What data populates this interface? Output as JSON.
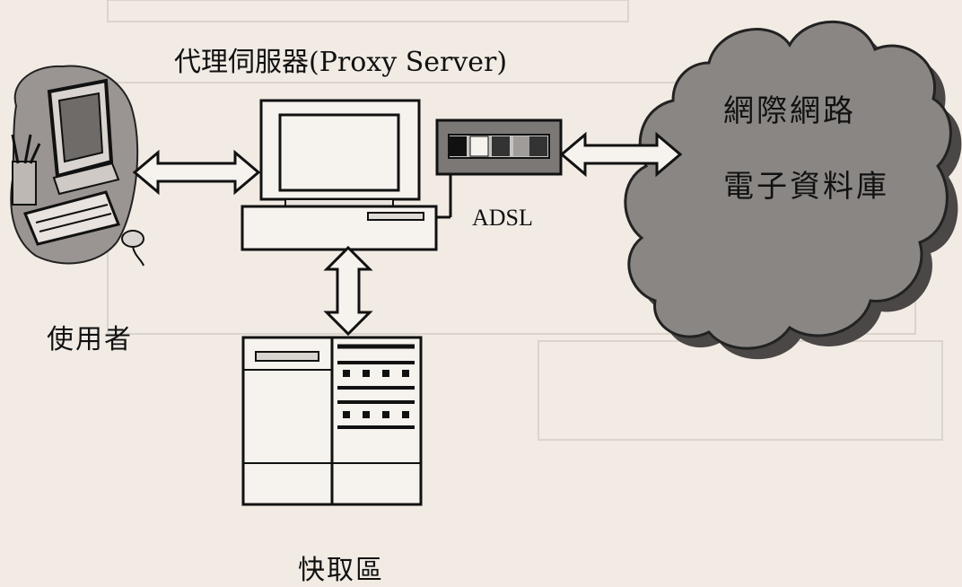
{
  "labels": {
    "proxy_server": "代理伺服器(Proxy Server)",
    "user": "使用者",
    "adsl": "ADSL",
    "cache": "快取區",
    "internet": "網際網路",
    "database": "電子資料庫"
  },
  "connections": [
    {
      "from": "user",
      "to": "proxy_server",
      "style": "double-arrow"
    },
    {
      "from": "proxy_server",
      "to": "cache",
      "style": "double-arrow"
    },
    {
      "from": "adsl",
      "to": "internet",
      "style": "double-arrow"
    },
    {
      "from": "proxy_server",
      "to": "adsl",
      "style": "line"
    }
  ],
  "colors": {
    "background": "#f1ebe4",
    "cloud_fill": "#8a8684",
    "cloud_shadow": "#4a4746",
    "ink": "#111111",
    "equipment_fill": "#f6f2ee"
  },
  "icons": [
    "user-computer-clipart-icon",
    "proxy-server-computer-icon",
    "adsl-modem-icon",
    "cache-server-cabinet-icon",
    "internet-cloud-icon"
  ]
}
